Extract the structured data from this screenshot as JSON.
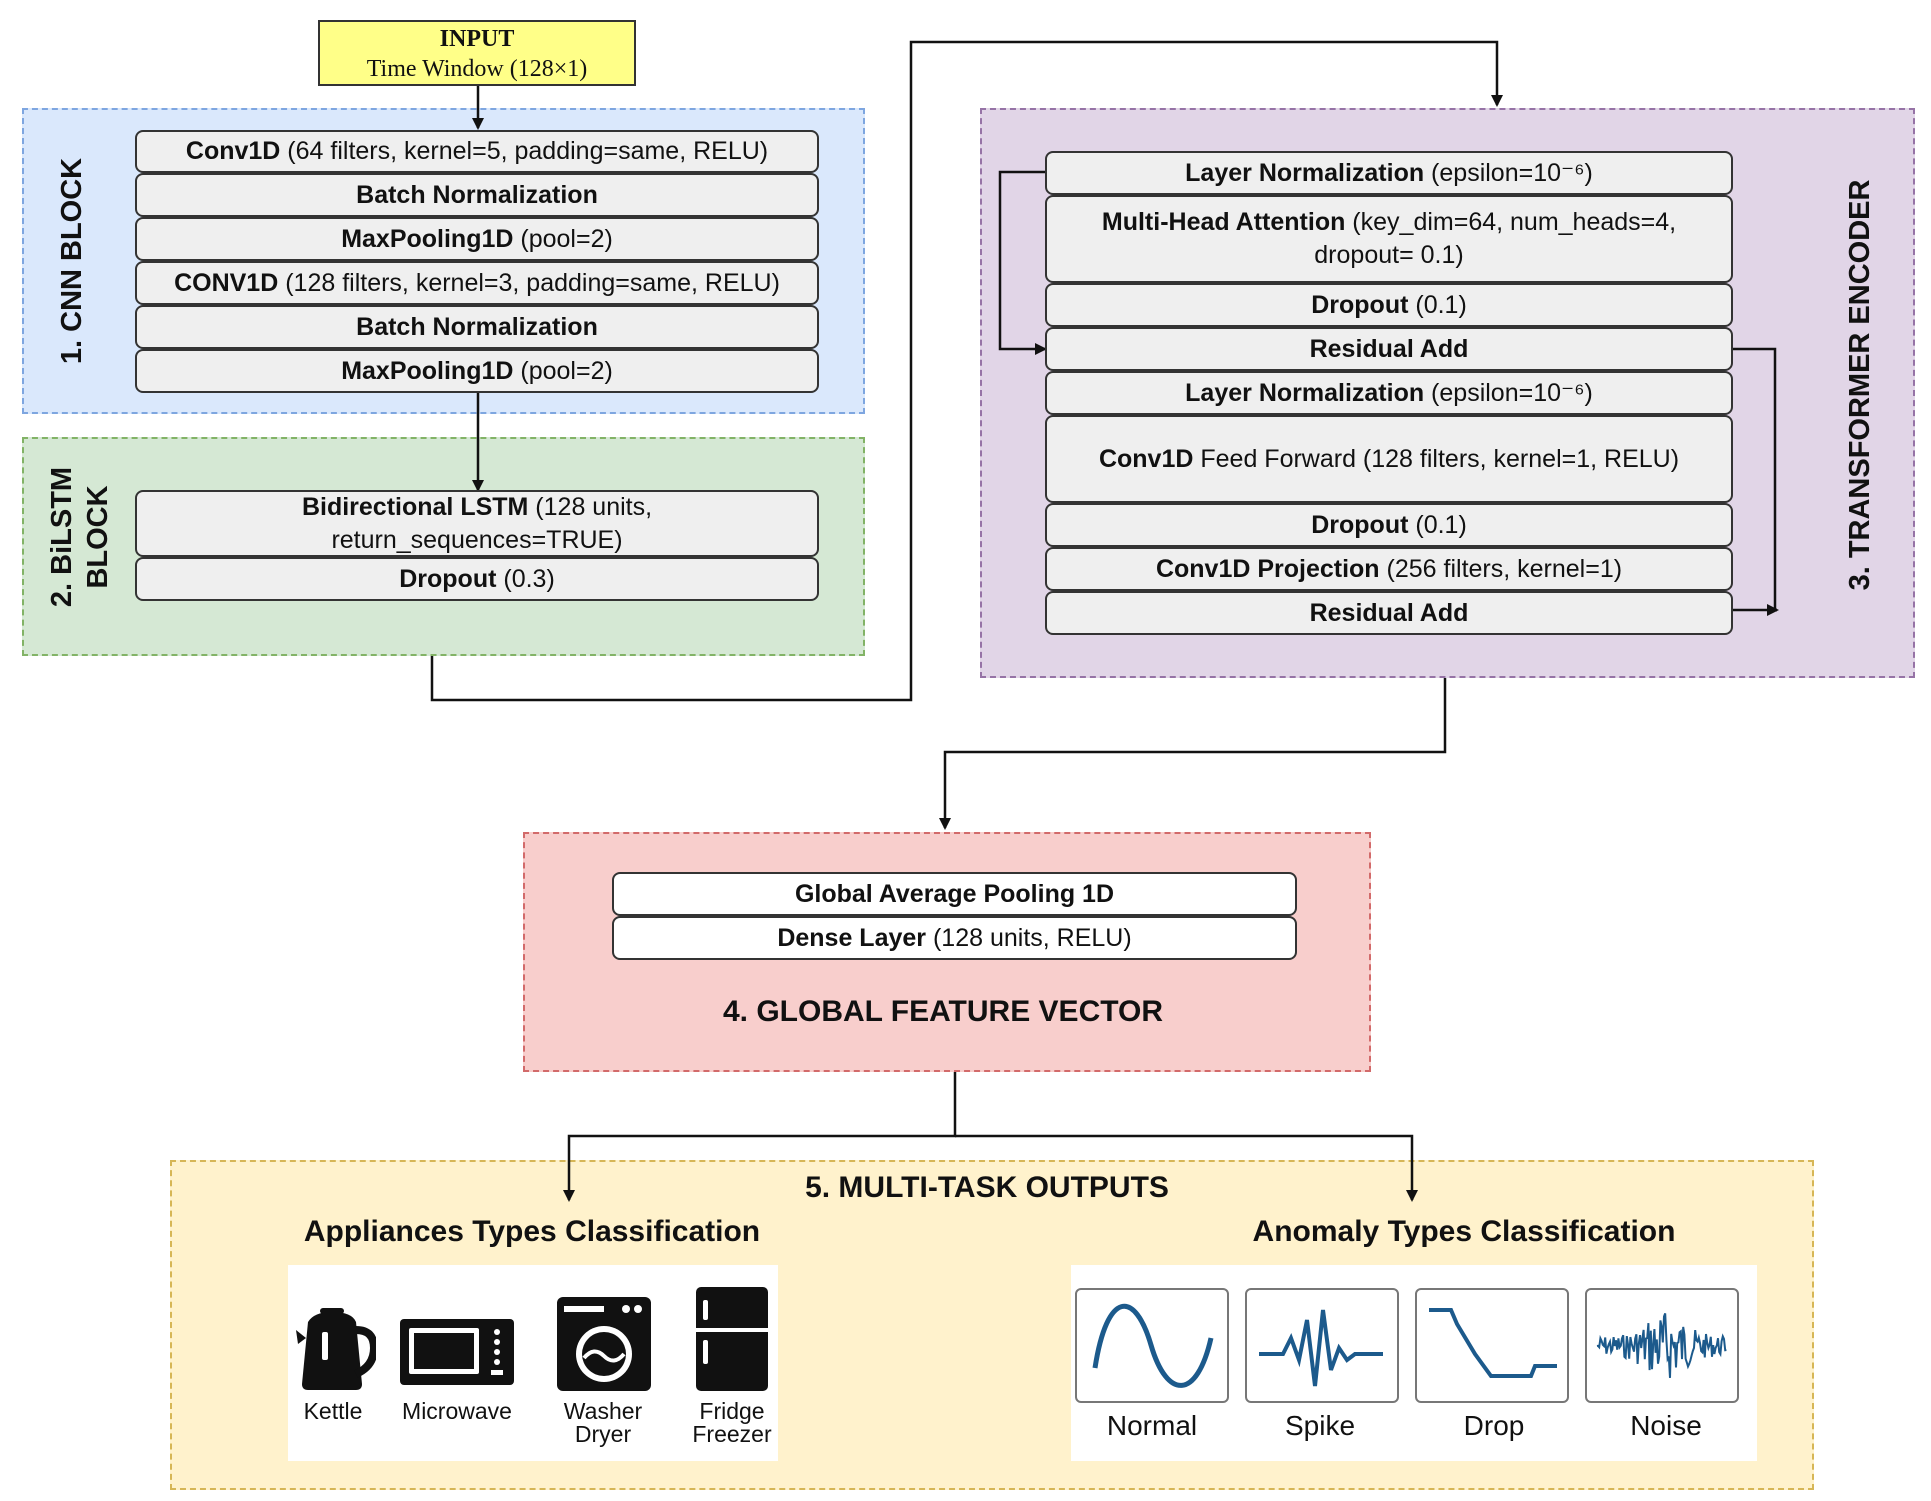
{
  "input": {
    "title": "INPUT",
    "subtitle": "Time Window (128×1)"
  },
  "cnn": {
    "label": "1. CNN BLOCK",
    "layers": [
      {
        "bold": "Conv1D",
        "rest": " (64 filters, kernel=5, padding=same, RELU)"
      },
      {
        "bold": "Batch Normalization",
        "rest": ""
      },
      {
        "bold": "MaxPooling1D",
        "rest": " (pool=2)"
      },
      {
        "bold": "CONV1D",
        "rest": " (128 filters, kernel=3, padding=same, RELU)"
      },
      {
        "bold": "Batch Normalization",
        "rest": ""
      },
      {
        "bold": "MaxPooling1D",
        "rest": " (pool=2)"
      }
    ]
  },
  "bilstm": {
    "label_line1": "2. BiLSTM",
    "label_line2": "BLOCK",
    "layers": [
      {
        "bold": "Bidirectional LSTM",
        "rest": " (128 units,",
        "line2": "return_sequences=TRUE)"
      },
      {
        "bold": "Dropout",
        "rest": " (0.3)"
      }
    ]
  },
  "transformer": {
    "label": "3. TRANSFORMER ENCODER",
    "layers": [
      {
        "bold": "Layer Normalization",
        "rest": " (epsilon=10⁻⁶)"
      },
      {
        "bold": "Multi-Head Attention",
        "rest": " (key_dim=64, num_heads=4,",
        "line2": "dropout= 0.1)"
      },
      {
        "bold": "Dropout",
        "rest": " (0.1)"
      },
      {
        "bold": "Residual Add",
        "rest": ""
      },
      {
        "bold": "Layer Normalization",
        "rest": " (epsilon=10⁻⁶)"
      },
      {
        "bold": "Conv1D",
        "rest": " Feed Forward (128 filters, kernel=1, RELU)"
      },
      {
        "bold": "Dropout",
        "rest": " (0.1)"
      },
      {
        "bold": "Conv1D Projection",
        "rest": " (256 filters, kernel=1)"
      },
      {
        "bold": "Residual Add",
        "rest": ""
      }
    ]
  },
  "global": {
    "label": "4. GLOBAL FEATURE VECTOR",
    "layers": [
      {
        "bold": "Global Average Pooling 1D",
        "rest": ""
      },
      {
        "bold": "Dense Layer",
        "rest": " (128 units, RELU)"
      }
    ]
  },
  "outputs": {
    "label": "5. MULTI-TASK OUTPUTS",
    "appliances": {
      "title": "Appliances Types Classification",
      "items": [
        {
          "icon": "kettle-icon",
          "label1": "Kettle",
          "label2": ""
        },
        {
          "icon": "microwave-icon",
          "label1": "Microwave",
          "label2": ""
        },
        {
          "icon": "washer-dryer-icon",
          "label1": "Washer",
          "label2": "Dryer"
        },
        {
          "icon": "fridge-freezer-icon",
          "label1": "Fridge",
          "label2": "Freezer"
        }
      ]
    },
    "anomalies": {
      "title": "Anomaly Types Classification",
      "items": [
        {
          "icon": "normal-signal-icon",
          "label": "Normal"
        },
        {
          "icon": "spike-signal-icon",
          "label": "Spike"
        },
        {
          "icon": "drop-signal-icon",
          "label": "Drop"
        },
        {
          "icon": "noise-signal-icon",
          "label": "Noise"
        }
      ]
    }
  },
  "colors": {
    "cnn_fill": "#dae8fc",
    "cnn_border": "#7ea6e0",
    "bilstm_fill": "#d5e8d4",
    "bilstm_border": "#82b366",
    "transformer_fill": "#e1d5e7",
    "transformer_border": "#9673a6",
    "global_fill": "#f8cecc",
    "global_border": "#d26a6a",
    "outputs_fill": "#fff2cc",
    "outputs_border": "#d6b656",
    "input_fill": "#ffff88",
    "signal_stroke": "#1c5a8c"
  }
}
